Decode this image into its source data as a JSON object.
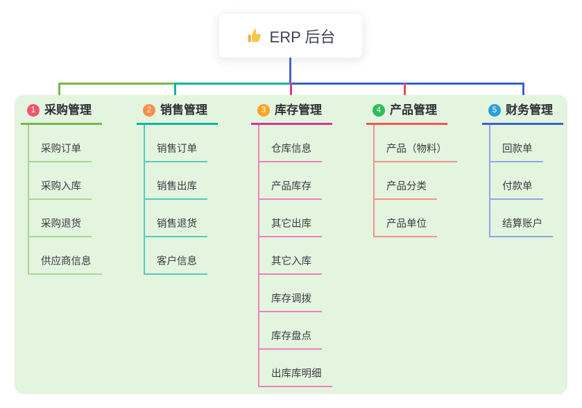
{
  "root": {
    "title": "ERP 后台",
    "icon": "thumbs-up-icon",
    "connector_color": "#4f60c5"
  },
  "panel": {
    "background": "#e3f4df"
  },
  "branches": [
    {
      "index": "1",
      "title": "采购管理",
      "line_color": "#76b845",
      "child_line_color": "#a9d68c",
      "badge_color": "#f2566f",
      "children": [
        "采购订单",
        "采购入库",
        "采购退货",
        "供应商信息"
      ]
    },
    {
      "index": "2",
      "title": "销售管理",
      "line_color": "#12b4a3",
      "child_line_color": "#57cabd",
      "badge_color": "#fb8d4b",
      "children": [
        "销售订单",
        "销售出库",
        "销售退货",
        "客户信息"
      ]
    },
    {
      "index": "3",
      "title": "库存管理",
      "line_color": "#d5378f",
      "child_line_color": "#f07fba",
      "badge_color": "#f8a522",
      "children": [
        "仓库信息",
        "产品库存",
        "其它出库",
        "其它入库",
        "库存调拨",
        "库存盘点",
        "出库库明细"
      ]
    },
    {
      "index": "4",
      "title": "产品管理",
      "line_color": "#f2564f",
      "child_line_color": "#f5928b",
      "badge_color": "#2ebd58",
      "children": [
        "产品（物料）",
        "产品分类",
        "产品单位"
      ]
    },
    {
      "index": "5",
      "title": "财务管理",
      "line_color": "#3b62c9",
      "child_line_color": "#8ea7e2",
      "badge_color": "#2b9fd9",
      "children": [
        "回款单",
        "付款单",
        "结算账户"
      ]
    }
  ]
}
